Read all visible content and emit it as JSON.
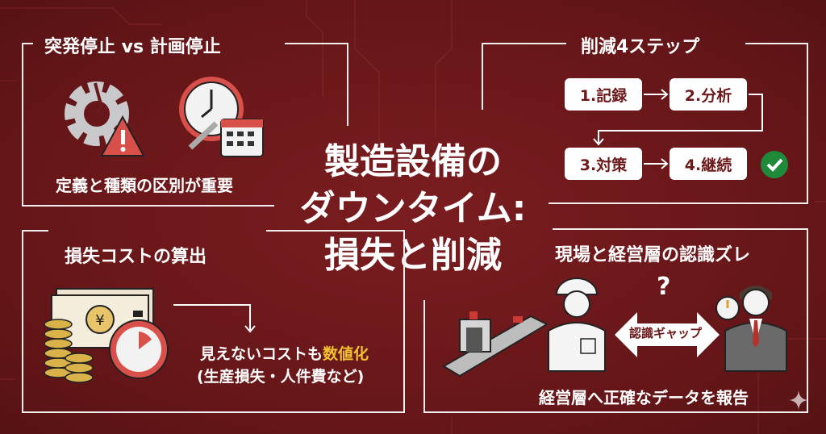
{
  "title": {
    "line1": "製造設備の",
    "line2": "ダウンタイム:",
    "line3": "損失と削減"
  },
  "panel_stops": {
    "title": "突発停止 vs 計画停止",
    "caption": "定義と種類の区別が重要",
    "icons": [
      "broken-gear-warning-icon",
      "clock-wrench-calendar-icon"
    ]
  },
  "panel_steps": {
    "title": "削減4ステップ",
    "steps": [
      "1.記録",
      "2.分析",
      "3.対策",
      "4.継続"
    ],
    "done_icon": "check-circle-icon"
  },
  "panel_cost": {
    "title": "損失コストの算出",
    "caption_prefix": "見えないコストも",
    "caption_highlight": "数値化",
    "caption_sub": "(生産損失・人件費など)",
    "icons": [
      "yen-money-coins-icon",
      "stopwatch-icon"
    ]
  },
  "panel_gap": {
    "title": "現場と経営層の認識ズレ",
    "question": "?",
    "gap_label": "認識ギャップ",
    "caption": "経営層へ正確なデータを報告",
    "icons": [
      "conveyor-icon",
      "worker-icon",
      "manager-icon"
    ]
  },
  "colors": {
    "background": "#6b191b",
    "accent_red": "#d9504a",
    "highlight": "#f2c230",
    "check_green": "#1f8a3a",
    "line": "#f3eeee"
  }
}
